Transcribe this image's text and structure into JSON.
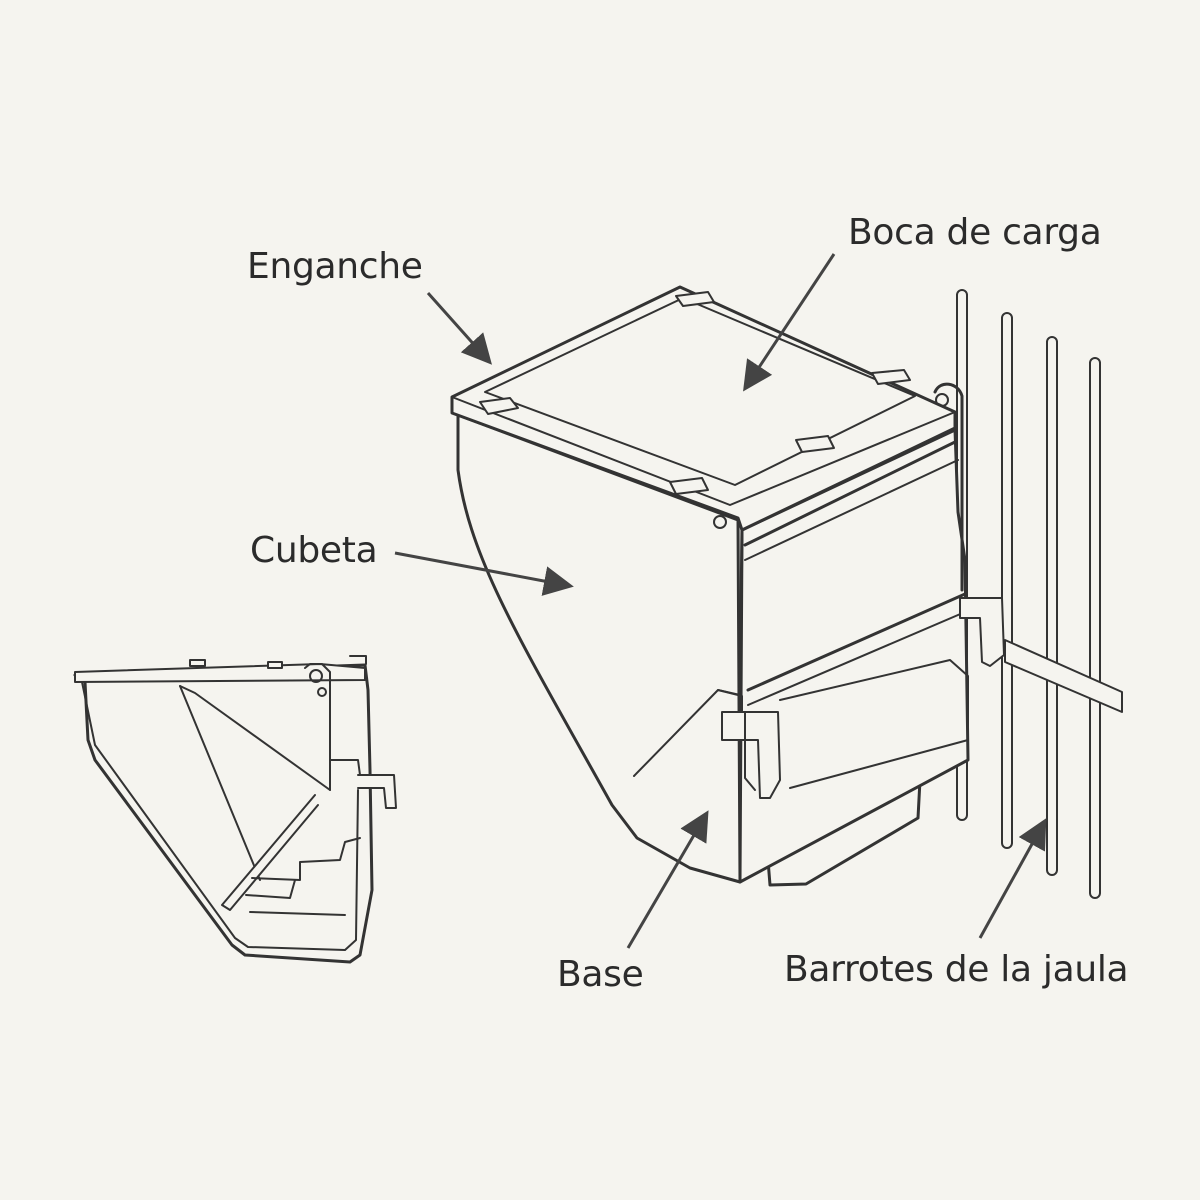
{
  "labels": {
    "enganche": "Enganche",
    "boca_de_carga": "Boca de carga",
    "cubeta": "Cubeta",
    "base": "Base",
    "barrotes": "Barrotes de la jaula"
  },
  "colors": {
    "background": "#f5f4ef",
    "line": "#333333",
    "text": "#2b2b2b"
  }
}
